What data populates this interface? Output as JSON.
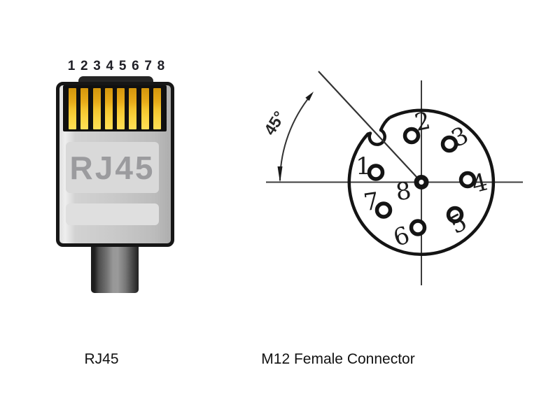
{
  "rj45": {
    "pin_numbers": [
      "1",
      "2",
      "3",
      "4",
      "5",
      "6",
      "7",
      "8"
    ],
    "embossed_label": "RJ45",
    "caption": "RJ45",
    "colors": {
      "pin_gold": "#f4c52e",
      "body_grey": "#c9c9c9",
      "outline": "#161616"
    }
  },
  "m12": {
    "caption": "M12 Female Connector",
    "angle_label": "45°",
    "pin_labels": [
      "1",
      "2",
      "3",
      "4",
      "5",
      "6",
      "7",
      "8"
    ],
    "colors": {
      "line": "#1a1a1a"
    }
  }
}
